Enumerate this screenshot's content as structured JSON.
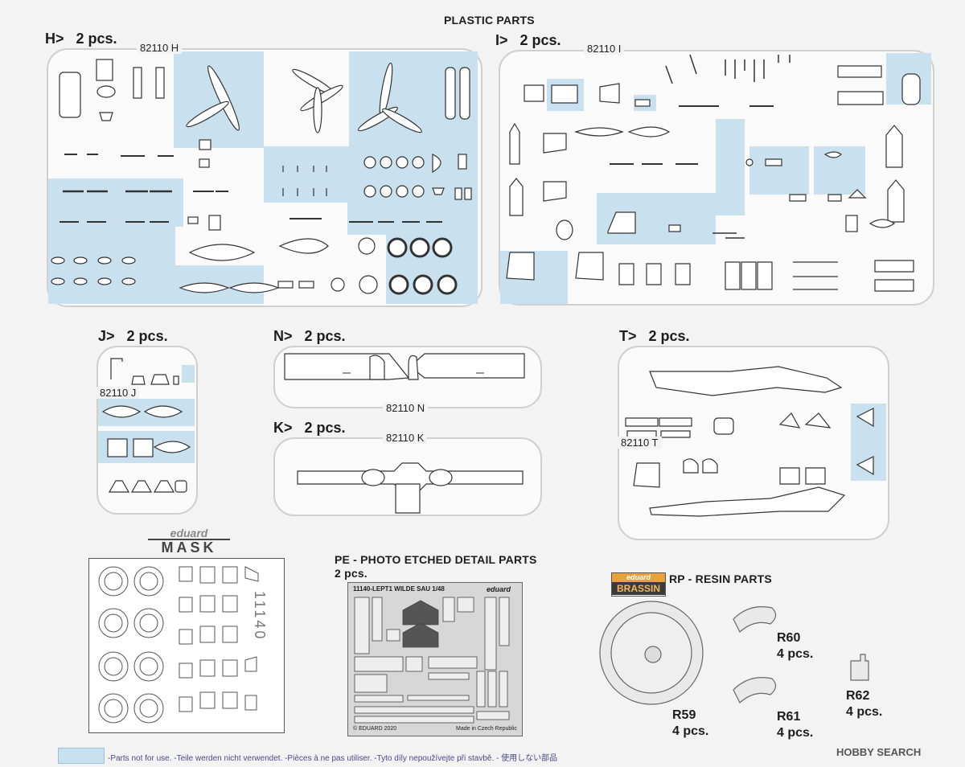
{
  "plastic_title": "PLASTIC PARTS",
  "sprues": {
    "h": {
      "label": "H>",
      "qty": "2 pcs.",
      "code": "82110 H"
    },
    "i": {
      "label": "I>",
      "qty": "2 pcs.",
      "code": "82110 I"
    },
    "j": {
      "label": "J>",
      "qty": "2 pcs.",
      "code": "82110 J"
    },
    "n": {
      "label": "N>",
      "qty": "2 pcs.",
      "code": "82110 N"
    },
    "k": {
      "label": "K>",
      "qty": "2 pcs.",
      "code": "82110 K"
    },
    "t": {
      "label": "T>",
      "qty": "2 pcs.",
      "code": "82110 T"
    }
  },
  "mask": {
    "brand": "eduard",
    "word": "MASK",
    "sheet_code": "11140"
  },
  "pe": {
    "title": "PE - PHOTO ETCHED DETAIL PARTS",
    "qty": "2 pcs.",
    "fret_header": "11140-LEPT1  WILDE SAU     1/48",
    "fret_brand": "eduard",
    "copyright": "© EDUARD 2020",
    "made_in": "Made in Czech Republic"
  },
  "resin": {
    "badge_top": "eduard",
    "badge_bottom": "BRASSIN",
    "title": "RP - RESIN PARTS",
    "parts": [
      {
        "id": "R59",
        "qty": "4 pcs."
      },
      {
        "id": "R60",
        "qty": "4 pcs."
      },
      {
        "id": "R61",
        "qty": "4 pcs."
      },
      {
        "id": "R62",
        "qty": "4 pcs."
      }
    ]
  },
  "legend_text": "-Parts not for use. -Teile werden nicht verwendet. -Pièces à ne pas utiliser. -Tyto díly nepoužívejte při stavbě. -  使用しない部品",
  "watermark": "HOBBY SEARCH",
  "colors": {
    "unused_parts": "#c9e1ef",
    "sprue_frame": "#cfcfcf"
  }
}
